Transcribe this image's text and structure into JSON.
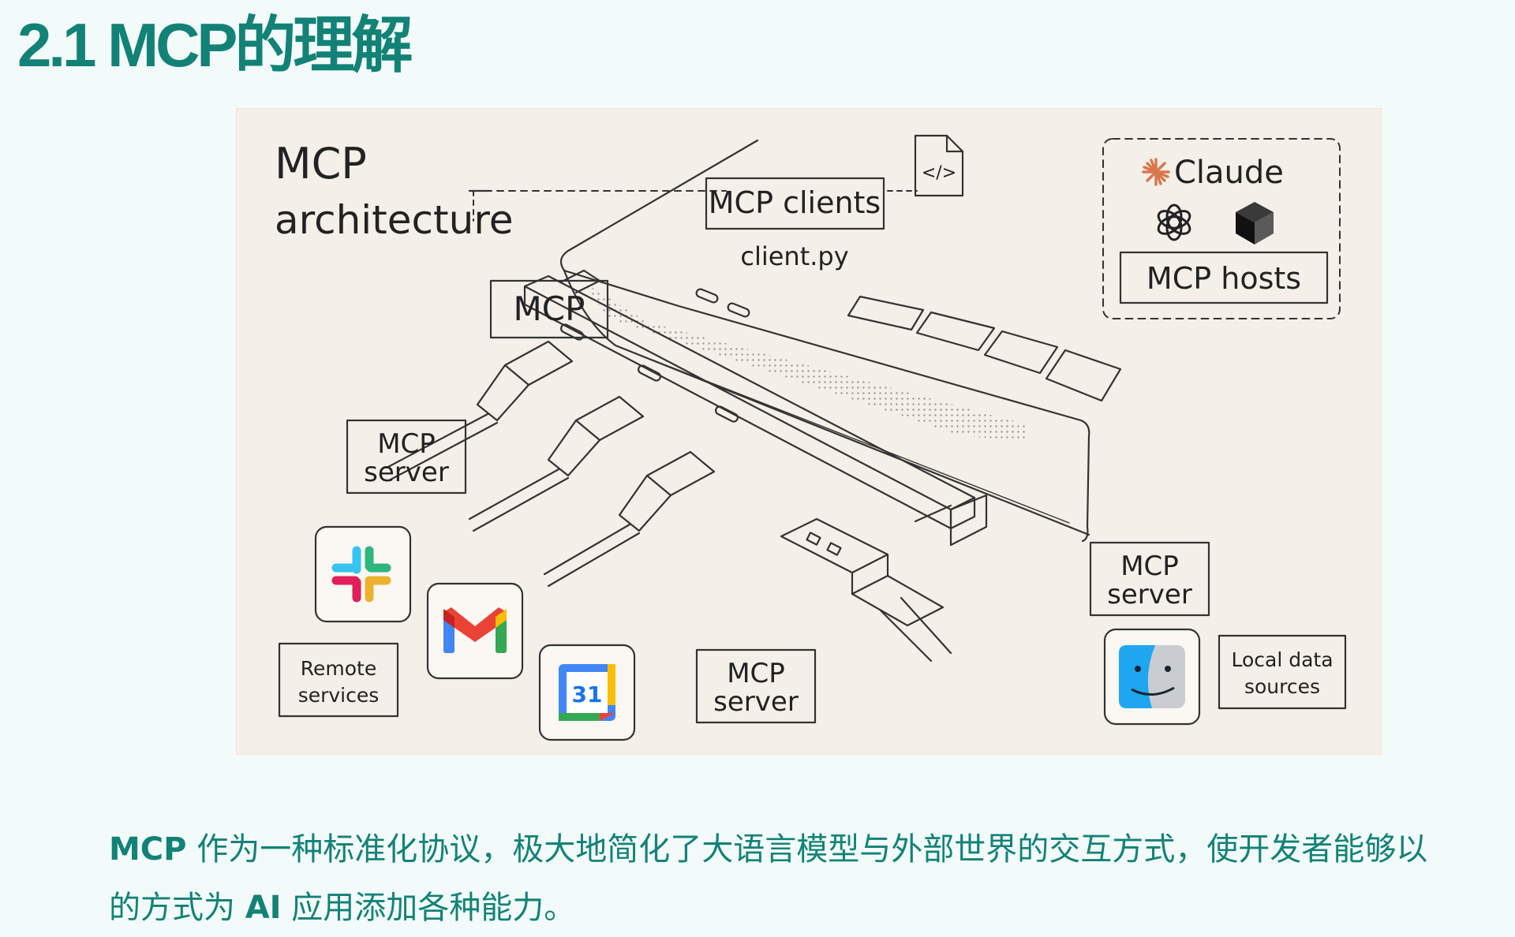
{
  "page": {
    "heading": "2.1 MCP的理解"
  },
  "figure": {
    "title_line1": "MCP",
    "title_line2": "architecture",
    "labels": {
      "mcp": "MCP",
      "mcp_clients": "MCP clients",
      "client_file": "client.py",
      "claude": "Claude",
      "mcp_hosts": "MCP hosts",
      "mcp_server_remote_top": "MCP",
      "mcp_server_remote_bottom": "server",
      "mcp_server_mid_top": "MCP",
      "mcp_server_mid_bottom": "server",
      "mcp_server_local_top": "MCP",
      "mcp_server_local_bottom": "server",
      "remote_top": "Remote",
      "remote_bottom": "services",
      "local_top": "Local data",
      "local_bottom": "sources",
      "calendar_day": "31",
      "code_glyph": "</>"
    },
    "icons": [
      "code-file-icon",
      "claude-icon",
      "openai-icon",
      "cube-icon",
      "slack-icon",
      "gmail-icon",
      "google-calendar-icon",
      "finder-icon"
    ],
    "colors": {
      "heading": "#128277",
      "figure_bg": "#f5efe9",
      "claude": "#d9774a"
    }
  },
  "paragraph": {
    "line1_bold": "MCP",
    "line1_rest": " 作为一种标准化协议，极大地简化了大语言模型与外部世界的交互方式，使开发者能够以",
    "line2_start": "的方式为 ",
    "line2_bold": "AI",
    "line2_end": " 应用添加各种能力。"
  }
}
